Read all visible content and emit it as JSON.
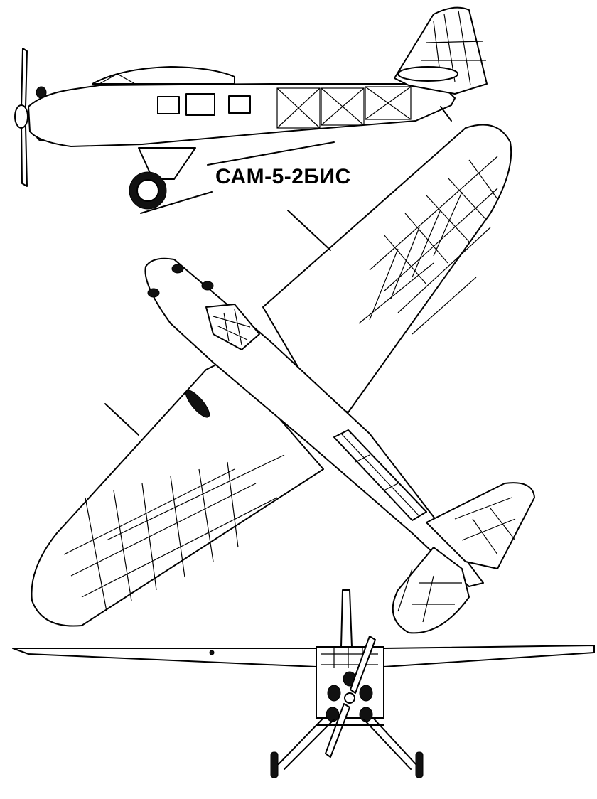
{
  "drawing": {
    "designation": "САМ-5-2БИС",
    "views": [
      "side-view",
      "top-view",
      "front-view"
    ]
  }
}
